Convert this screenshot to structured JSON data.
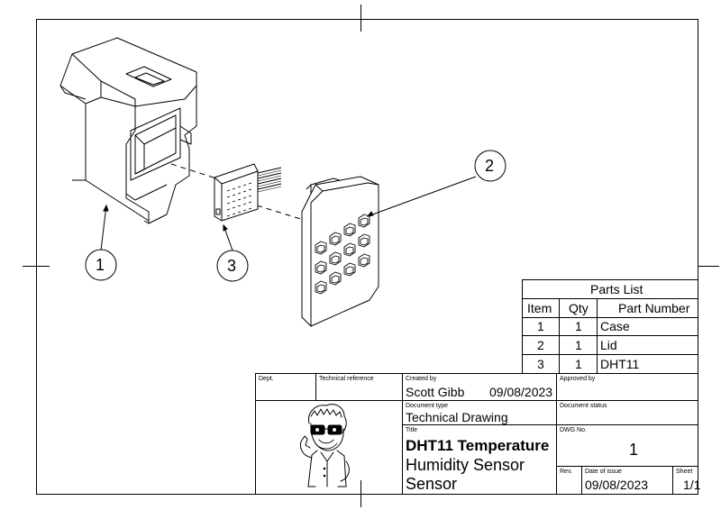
{
  "balloons": [
    "1",
    "2",
    "3"
  ],
  "parts_list": {
    "title": "Parts List",
    "headers": [
      "Item",
      "Qty",
      "Part Number"
    ],
    "rows": [
      {
        "item": "1",
        "qty": "1",
        "part": "Case"
      },
      {
        "item": "2",
        "qty": "1",
        "part": "Lid"
      },
      {
        "item": "3",
        "qty": "1",
        "part": "DHT11"
      }
    ]
  },
  "title_block": {
    "dept_label": "Dept.",
    "tech_ref_label": "Technical reference",
    "created_by_label": "Created by",
    "created_by": "Scott Gibb",
    "created_date": "09/08/2023",
    "approved_by_label": "Approved by",
    "doc_type_label": "Document type",
    "doc_type": "Technical Drawing",
    "doc_status_label": "Document status",
    "title_label": "Title",
    "title_line1": "DHT11 Temperature",
    "title_line2": "Humidity Sensor",
    "title_line3": "Sensor",
    "dwg_no_label": "DWG No.",
    "dwg_no": "1",
    "rev_label": "Rev.",
    "issue_label": "Date of issue",
    "issue_date": "09/08/2023",
    "sheet_label": "Sheet",
    "sheet": "1/1"
  }
}
